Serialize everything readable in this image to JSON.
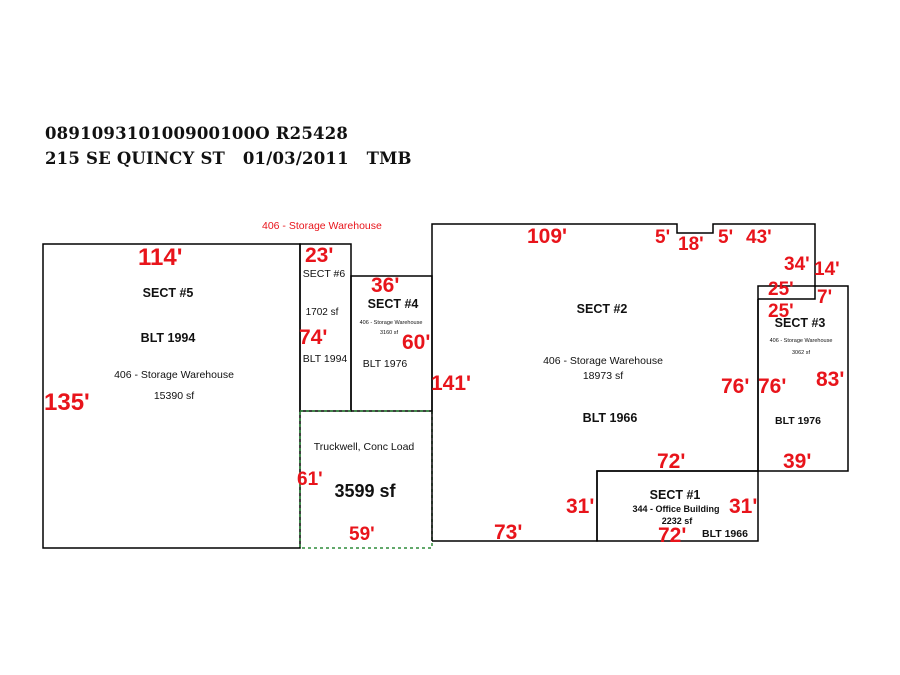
{
  "header": {
    "line1": "089109310100900100O R25428",
    "line2": "215 SE QUINCY ST   01/03/2011   TMB"
  },
  "colors": {
    "dimension": "#e8141b",
    "outline": "#000000",
    "open_area": "#2e8b3a"
  },
  "top_label": "406 - Storage Warehouse",
  "sections": {
    "sect5": {
      "title": "SECT #5",
      "built": "BLT 1994",
      "use": "406 - Storage Warehouse",
      "area": "15390 sf"
    },
    "sect6": {
      "title": "SECT #6",
      "area": "1702 sf",
      "built": "BLT 1994"
    },
    "sect4": {
      "title": "SECT #4",
      "use": "406 - Storage Warehouse",
      "area": "3160 sf",
      "built": "BLT 1976"
    },
    "sect2": {
      "title": "SECT #2",
      "use": "406 - Storage Warehouse",
      "area": "18973 sf",
      "built": "BLT 1966"
    },
    "sect3": {
      "title": "SECT #3",
      "use": "406 - Storage Warehouse",
      "area": "3062 sf",
      "built": "BLT 1976"
    },
    "sect1": {
      "title": "SECT #1",
      "use": "344 - Office Building",
      "area": "2232 sf",
      "built": "BLT 1966"
    },
    "truckwell": {
      "title": "Truckwell, Conc Load",
      "area": "3599 sf"
    }
  },
  "dimensions": {
    "s5_top": "114'",
    "s5_left": "135'",
    "s6_top": "23'",
    "s6_left": "74'",
    "s4_top": "36'",
    "s4_right": "60'",
    "s2_top": "109'",
    "s2_left": "141'",
    "s2_bottom": "73'",
    "notch_a": "5'",
    "notch_b": "18'",
    "notch_c": "5'",
    "top_right": "43'",
    "step_v": "34'",
    "step_h": "14'",
    "s3_a": "25'",
    "s3_b": "25'",
    "s3_c": "7'",
    "s3_left_a": "76'",
    "s3_left_b": "76'",
    "s3_right": "83'",
    "s3_bottom": "39'",
    "s1_top": "72'",
    "s1_left": "31'",
    "s1_right": "31'",
    "s1_bottom": "72'",
    "tw_left": "61'",
    "tw_bottom": "59'"
  }
}
